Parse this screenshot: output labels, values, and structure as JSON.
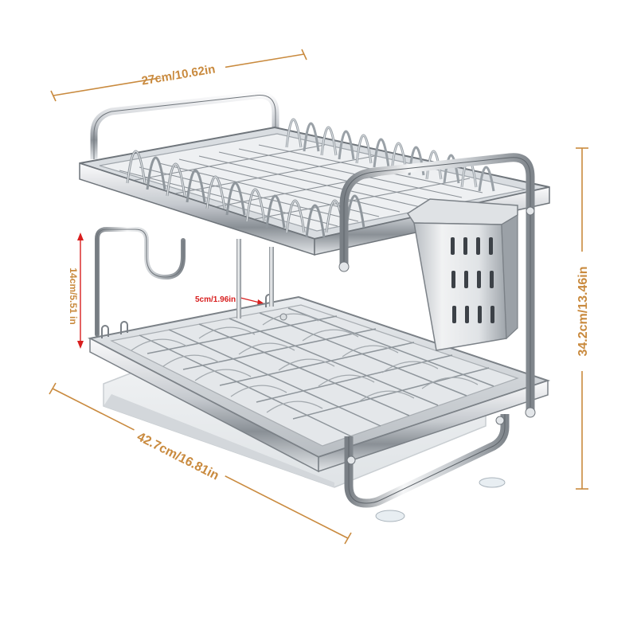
{
  "dimensions": {
    "top_depth": "27cm/10.62in",
    "front_width": "42.7cm/16.81in",
    "total_height": "34.2cm/13.46in",
    "lower_clearance": "14cm/5.51 in",
    "small_gap": "5cm/1.96in"
  },
  "colors": {
    "dimension_main": "#c98a3e",
    "dimension_accent": "#d81e1e",
    "dimension_text": "#c98a3e",
    "metal_light": "#f4f5f6",
    "metal_mid": "#c4c8cc",
    "metal_dark": "#6f757b",
    "background": "#ffffff"
  }
}
